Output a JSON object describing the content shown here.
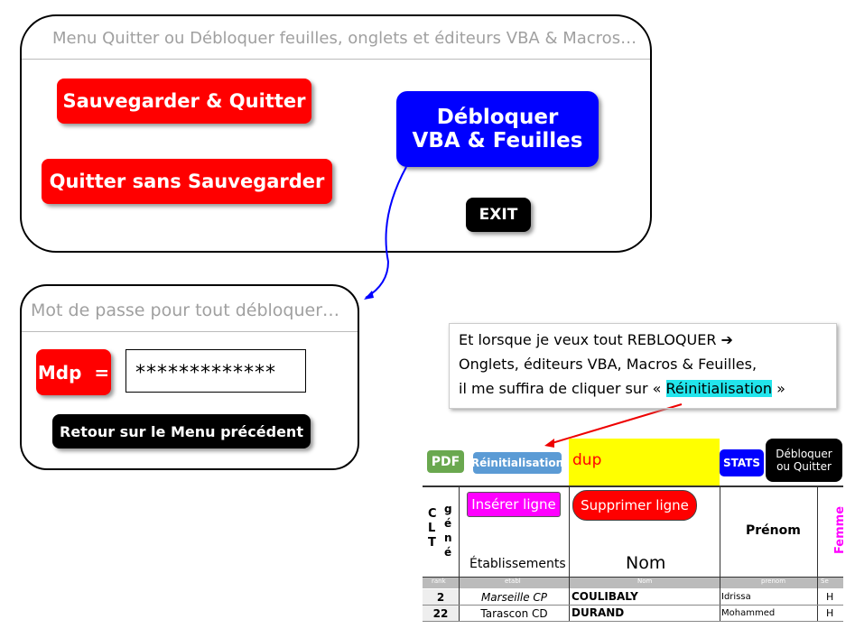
{
  "menu": {
    "title": "Menu Quitter ou Débloquer feuilles, onglets et éditeurs VBA & Macros…",
    "save_quit": "Sauvegarder & Quitter",
    "quit_nosave": "Quitter sans Sauvegarder",
    "unlock_line1": "Débloquer",
    "unlock_line2": "VBA & Feuilles",
    "exit": "EXIT"
  },
  "password": {
    "title": "Mot de passe pour tout débloquer…",
    "label": "Mdp  =",
    "value": "*************",
    "back": "Retour sur le Menu précédent"
  },
  "note": {
    "line1": "Et lorsque je veux tout REBLOQUER ➔",
    "line2": "Onglets, éditeurs VBA, Macros & Feuilles,",
    "line3_pre": "il me suffira de cliquer sur «",
    "line3_hl": "Réinitialisation",
    "line3_post": "»"
  },
  "sheet": {
    "pdf": "PDF",
    "reset": "Réinitialisation",
    "dup": "dup",
    "stats": "STATS",
    "unlock_quit_1": "Débloquer",
    "unlock_quit_2": "ou Quitter",
    "insert": "Insérer ligne",
    "delete": "Supprimer ligne",
    "clt": "C L T",
    "gene": "g é n é",
    "etab": "Établissements",
    "nom": "Nom",
    "prenom": "Prénom",
    "femme": "Femme",
    "filters": [
      "rank",
      "etabl",
      "Nom",
      "prenom",
      "Se"
    ],
    "rows": [
      {
        "rank": "2",
        "etab": "Marseille CP",
        "nom": "COULIBALY",
        "prenom": "Idrissa",
        "sexe": "H"
      },
      {
        "rank": "22",
        "etab": "Tarascon CD",
        "nom": "DURAND",
        "prenom": "Mohammed",
        "sexe": "H"
      }
    ]
  },
  "colors": {
    "red": "#ff0000",
    "blue": "#0000ff",
    "magenta": "#ff00ff",
    "yellow": "#ffff00"
  }
}
